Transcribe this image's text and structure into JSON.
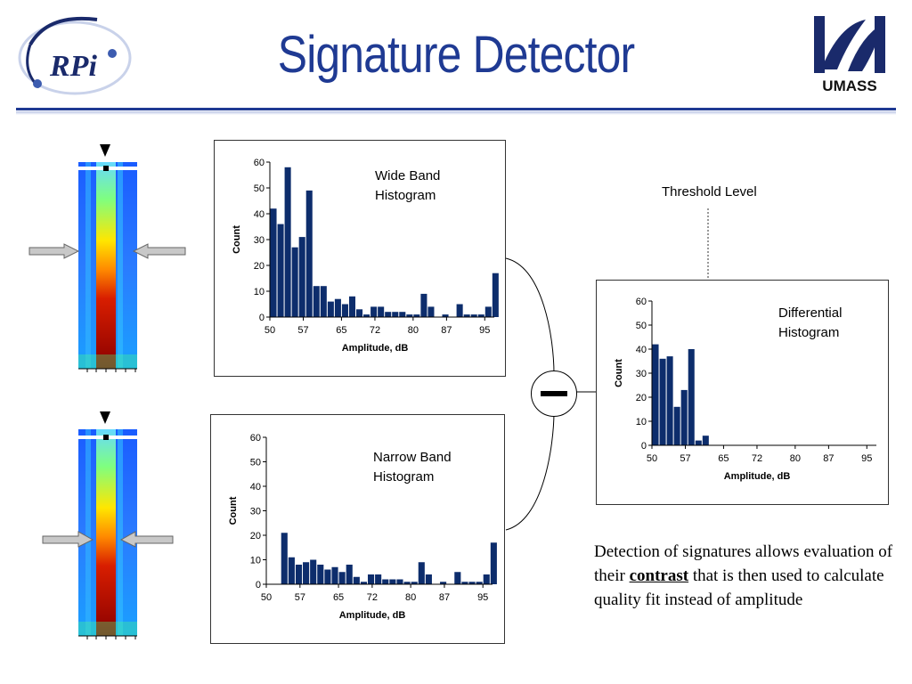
{
  "title": "Signature Detector",
  "logos": {
    "left_text": "RPi",
    "right_text": "UMASS"
  },
  "operator_symbol": "−",
  "threshold_label": "Threshold Level",
  "description": {
    "before": "Detection of signatures allows evaluation of their ",
    "emphasis": "contrast",
    "after": " that is then used to calculate quality fit instead of amplitude"
  },
  "colors": {
    "title": "#1f3a93",
    "bars": "#0d2d6c",
    "rule": "#1f3a93"
  },
  "chart_data": [
    {
      "type": "bar",
      "id": "wide",
      "annotation": [
        "Wide Band",
        "Histogram"
      ],
      "xlabel": "Amplitude, dB",
      "ylabel": "Count",
      "xticks": [
        50,
        57,
        65,
        72,
        80,
        87,
        95
      ],
      "yticks": [
        0,
        10,
        20,
        30,
        40,
        50,
        60
      ],
      "ylim": [
        0,
        60
      ],
      "xlim": [
        50,
        97
      ],
      "grid": false,
      "x": [
        50,
        51.5,
        53,
        54.5,
        56,
        57.5,
        59,
        60.5,
        62,
        63.5,
        65,
        66.5,
        68,
        69.5,
        71,
        72.5,
        74,
        75.5,
        77,
        78.5,
        80,
        81.5,
        83,
        84.5,
        86,
        87.5,
        89,
        90.5,
        92,
        93.5,
        95,
        96.5
      ],
      "values": [
        42,
        36,
        58,
        27,
        31,
        49,
        12,
        12,
        6,
        7,
        5,
        8,
        3,
        1,
        4,
        4,
        2,
        2,
        2,
        1,
        1,
        9,
        4,
        0,
        1,
        0,
        5,
        1,
        1,
        1,
        4,
        17
      ]
    },
    {
      "type": "bar",
      "id": "narrow",
      "annotation": [
        "Narrow Band",
        "Histogram"
      ],
      "xlabel": "Amplitude, dB",
      "ylabel": "Count",
      "xticks": [
        50,
        57,
        65,
        72,
        80,
        87,
        95
      ],
      "yticks": [
        0,
        10,
        20,
        30,
        40,
        50,
        60
      ],
      "ylim": [
        0,
        60
      ],
      "xlim": [
        50,
        97
      ],
      "grid": false,
      "x": [
        53,
        54.5,
        56,
        57.5,
        59,
        60.5,
        62,
        63.5,
        65,
        66.5,
        68,
        69.5,
        71,
        72.5,
        74,
        75.5,
        77,
        78.5,
        80,
        81.5,
        83,
        84.5,
        86,
        87.5,
        89,
        90.5,
        92,
        93.5,
        95,
        96.5
      ],
      "values": [
        21,
        11,
        8,
        9,
        10,
        8,
        6,
        7,
        5,
        8,
        3,
        1,
        4,
        4,
        2,
        2,
        2,
        1,
        1,
        9,
        4,
        0,
        1,
        0,
        5,
        1,
        1,
        1,
        4,
        17
      ]
    },
    {
      "type": "bar",
      "id": "diff",
      "annotation": [
        "Differential",
        "Histogram"
      ],
      "xlabel": "Amplitude, dB",
      "ylabel": "Count",
      "xticks": [
        50,
        57,
        65,
        72,
        80,
        87,
        95
      ],
      "yticks": [
        0,
        10,
        20,
        30,
        40,
        50,
        60
      ],
      "ylim": [
        0,
        60
      ],
      "xlim": [
        50,
        97
      ],
      "grid": false,
      "threshold": 61,
      "x": [
        50,
        51.5,
        53,
        54.5,
        56,
        57.5,
        59,
        60.5
      ],
      "values": [
        42,
        36,
        37,
        16,
        23,
        40,
        2,
        4
      ]
    }
  ]
}
